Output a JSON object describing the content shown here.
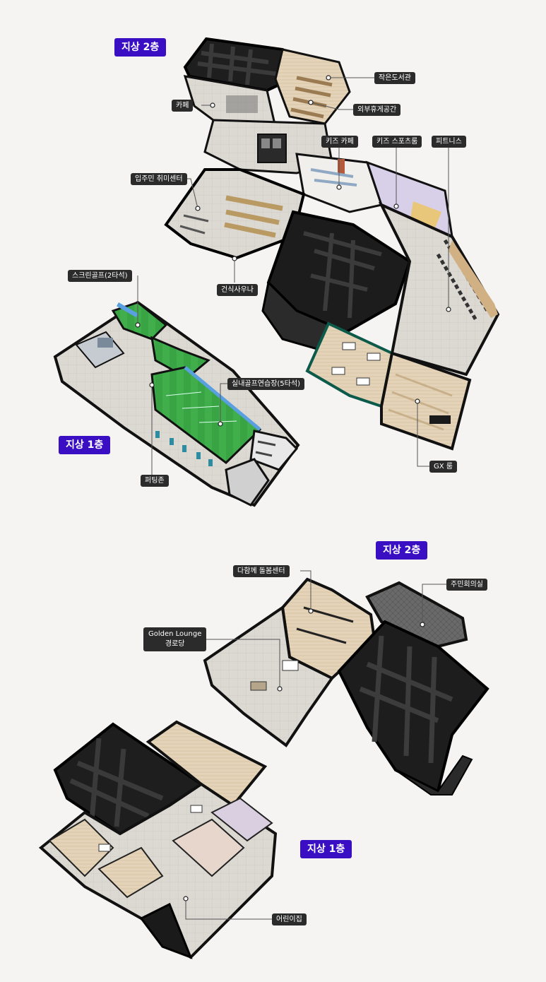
{
  "complex_a": {
    "floor2_label": "지상 2층",
    "floor1_label": "지상 1층",
    "floor2_rooms": {
      "small_library": "작은도서관",
      "cafe": "카페",
      "outdoor_lounge": "외부휴게공간",
      "kids_cafe": "키즈 카페",
      "kids_sports_room": "키즈 스포츠룸",
      "fitness": "피트니스",
      "resident_hobby_center": "입주민 취미센터",
      "dry_sauna": "건식사우나",
      "gx_room": "GX 룸"
    },
    "floor1_rooms": {
      "screen_golf": "스크린골프(2타석)",
      "indoor_golf_range": "실내골프연습장(5타석)",
      "putting_zone": "퍼팅존"
    }
  },
  "complex_b": {
    "floor2_label": "지상 2층",
    "floor1_label": "지상 1층",
    "floor2_rooms": {
      "care_center": "다함께 돌봄센터",
      "community_meeting_room": "주민회의실",
      "golden_lounge_en": "Golden Lounge",
      "golden_lounge_ko": "경로당"
    },
    "floor1_rooms": {
      "daycare": "어린이집"
    }
  },
  "colors": {
    "badge": "#3a0fc4",
    "callout": "#2b2b2b",
    "background": "#f6f4f2",
    "golf_green": "#3cae4a",
    "floor_tile": "#dedbd6",
    "dark_core": "#1c1c1c"
  }
}
